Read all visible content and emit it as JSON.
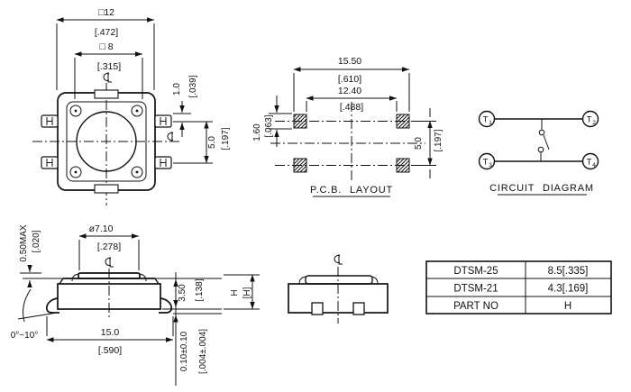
{
  "drawing": {
    "top_view": {
      "dim_outer": {
        "mm": "□12",
        "inch": "[.472]"
      },
      "dim_inner": {
        "mm": "□ 8",
        "inch": "[.315]"
      },
      "dim_pin_offset": {
        "mm": "1.0",
        "inch": "[.039]"
      },
      "dim_pin_pitch": {
        "mm": "5.0",
        "inch": "[.197]"
      }
    },
    "pcb_layout": {
      "title": "P.C.B. LAYOUT",
      "dim_outer_span": {
        "mm": "15.50",
        "inch": "[.610]"
      },
      "dim_inner_span": {
        "mm": "12.40",
        "inch": "[.488]"
      },
      "dim_pad_height": {
        "mm": "1.60",
        "inch": "[.063]"
      },
      "dim_row_pitch": {
        "mm": "5.0",
        "inch": "[.197]"
      }
    },
    "circuit_diagram": {
      "title": "CIRCUIT DIAGRAM",
      "terminals": [
        {
          "t": "T",
          "sub": "1"
        },
        {
          "t": "T",
          "sub": "2"
        },
        {
          "t": "T",
          "sub": "3"
        },
        {
          "t": "T",
          "sub": "4"
        }
      ]
    },
    "side_view": {
      "dim_stem_height": {
        "mm": "0.50MAX",
        "inch": "[.020]"
      },
      "dim_stem_dia": {
        "mm": "ø7.10",
        "inch": "[.278]"
      },
      "dim_body_height": {
        "mm": "3.50",
        "inch": "[.138]"
      },
      "dim_lead_span": {
        "mm": "15.0",
        "inch": "[.590]"
      },
      "dim_standoff": {
        "mm": "0.10±0.10",
        "inch": "[.004±.004]"
      },
      "dim_total_height": {
        "mm": "H",
        "inch": "[H]"
      },
      "lead_angle": "0°~10°"
    },
    "part_table": {
      "rows": [
        {
          "col1": "DTSM-25",
          "col2": "8.5[.335]"
        },
        {
          "col1": "DTSM-21",
          "col2": "4.3[.169]"
        },
        {
          "col1": "PART NO",
          "col2": "H"
        }
      ]
    }
  }
}
